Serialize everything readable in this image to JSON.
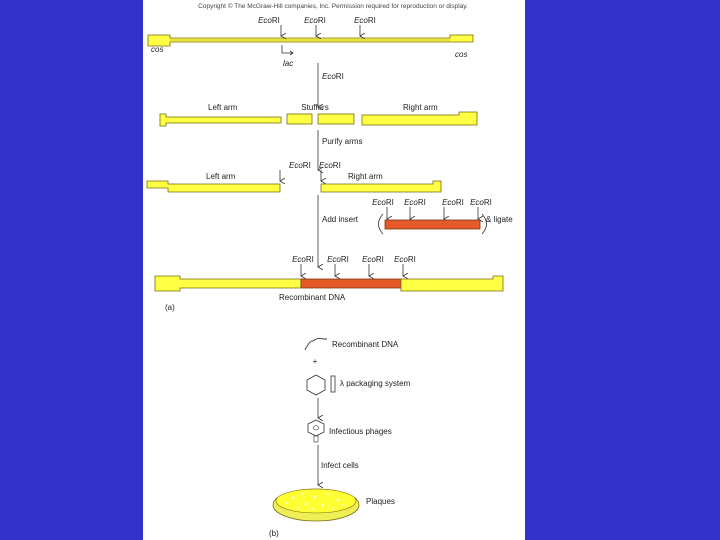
{
  "copyright": "Copyright © The McGraw-Hill companies, Inc. Permission required for reproduction or display.",
  "colors": {
    "background": "#3333cc",
    "dna": "#ffff44",
    "insert": "#e65a2a",
    "outline": "#7a6a10"
  },
  "enzyme": {
    "italic": "Eco",
    "roman": "RI"
  },
  "labels": {
    "cos": "cos",
    "lac": "lac",
    "left_arm": "Left arm",
    "stuffers": "Stuffers",
    "right_arm": "Right arm",
    "purify_arms": "Purify arms",
    "add_insert": "Add insert",
    "and_ligate": "& ligate",
    "recombinant_dna": "Recombinant DNA",
    "panel_a": "(a)",
    "plus": "+",
    "packaging_system": "λ packaging system",
    "infectious_phages": "Infectious phages",
    "infect_cells": "Infect cells",
    "plaques": "Plaques",
    "panel_b": "(b)"
  }
}
